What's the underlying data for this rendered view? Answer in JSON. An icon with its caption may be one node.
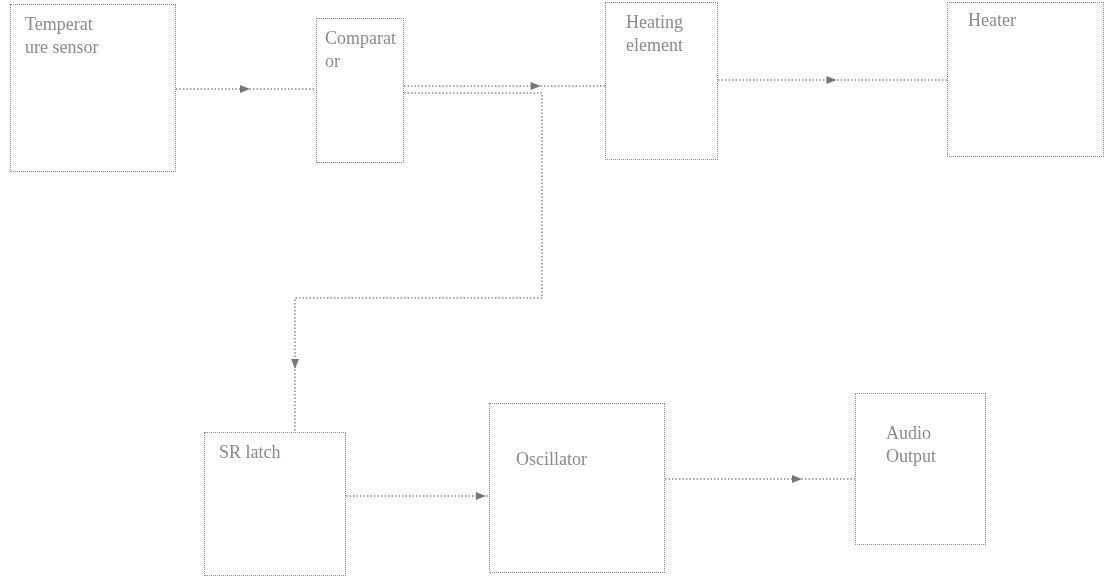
{
  "diagram": {
    "nodes": [
      {
        "text": [
          "Temperat ure sensor"
        ]
      },
      {
        "text": [
          "Comparat or"
        ]
      },
      {
        "text": [
          "Heating element"
        ]
      },
      {
        "text": [
          "Heater"
        ]
      },
      {
        "text": [
          "SR latch"
        ]
      },
      {
        "text": [
          "Oscillator"
        ]
      },
      {
        "text": [
          "Audio Output"
        ]
      }
    ],
    "edges": [
      {
        "from": 0,
        "to": 1,
        "arrow": "to"
      },
      {
        "from": 1,
        "to": 2,
        "arrow": "to"
      },
      {
        "from": 1,
        "to": 4,
        "arrow": "to"
      },
      {
        "from": 2,
        "to": 3,
        "arrow": "to"
      },
      {
        "from": 4,
        "to": 5,
        "arrow": "to"
      },
      {
        "from": 5,
        "to": 6,
        "arrow": "to"
      }
    ]
  }
}
